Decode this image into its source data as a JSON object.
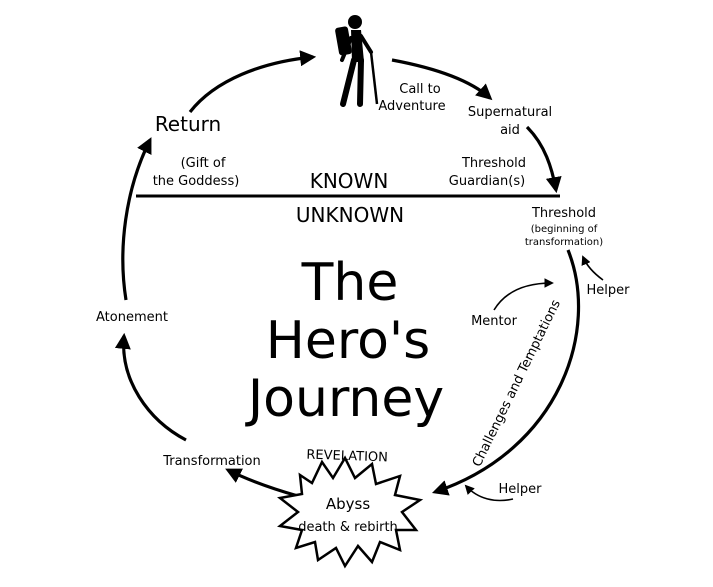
{
  "title": {
    "line1": "The",
    "line2": "Hero's",
    "line3": "Journey"
  },
  "worlds": {
    "known": "KNOWN",
    "unknown": "UNKNOWN"
  },
  "stages": {
    "call_to_adventure": {
      "line1": "Call to",
      "line2": "Adventure"
    },
    "supernatural_aid": {
      "line1": "Supernatural",
      "line2": "aid"
    },
    "threshold_guardians": {
      "line1": "Threshold",
      "line2": "Guardian(s)"
    },
    "threshold": {
      "label": "Threshold",
      "sub1": "(beginning of",
      "sub2": "transformation)"
    },
    "helper_top": "Helper",
    "mentor": "Mentor",
    "challenges": "Challenges and Temptations",
    "helper_bottom": "Helper",
    "abyss": {
      "label": "Abyss",
      "sub": "death & rebirth"
    },
    "revelation": "REVELATION",
    "transformation": "Transformation",
    "atonement": "Atonement",
    "return": {
      "label": "Return",
      "sub1": "(Gift of",
      "sub2": "the Goddess)"
    }
  },
  "icons": {
    "hero": "hiker-icon",
    "abyss": "starburst-icon"
  }
}
